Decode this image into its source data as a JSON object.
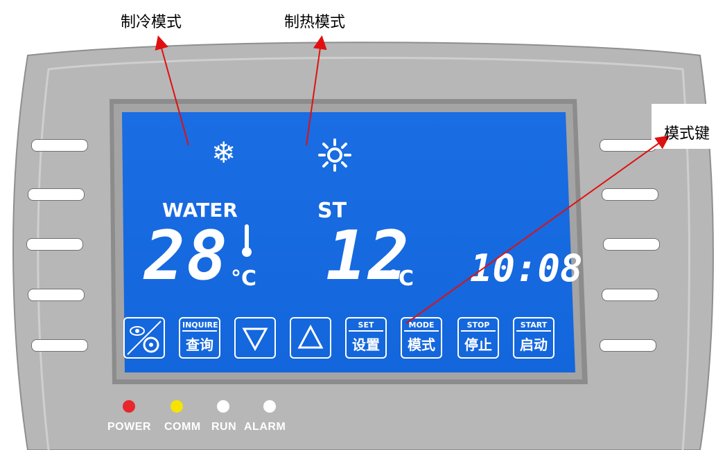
{
  "annotations": {
    "cool_mode": "制冷模式",
    "heat_mode": "制热模式",
    "mode_key": "模式键"
  },
  "display": {
    "water_label": "WATER",
    "water_temp": "28",
    "water_unit": "°C",
    "setpoint_label": "ST",
    "setpoint_temp": "12",
    "setpoint_unit": "°C",
    "clock": "10:08"
  },
  "buttons": [
    {
      "top": "",
      "bottom": ""
    },
    {
      "top": "INQUIRE",
      "bottom": "查询"
    },
    {
      "top": "",
      "bottom": ""
    },
    {
      "top": "",
      "bottom": ""
    },
    {
      "top": "SET",
      "bottom": "设置"
    },
    {
      "top": "MODE",
      "bottom": "模式"
    },
    {
      "top": "STOP",
      "bottom": "停止"
    },
    {
      "top": "START",
      "bottom": "启动"
    }
  ],
  "leds": [
    {
      "label": "POWER",
      "color": "#e8262b"
    },
    {
      "label": "COMM",
      "color": "#f5e400"
    },
    {
      "label": "RUN",
      "color": "#ffffff"
    },
    {
      "label": "ALARM",
      "color": "#ffffff"
    }
  ],
  "colors": {
    "lcd_blue": "#1769e0",
    "panel_gray": "#b5b5b5",
    "annotation_arrow": "#e01010"
  }
}
